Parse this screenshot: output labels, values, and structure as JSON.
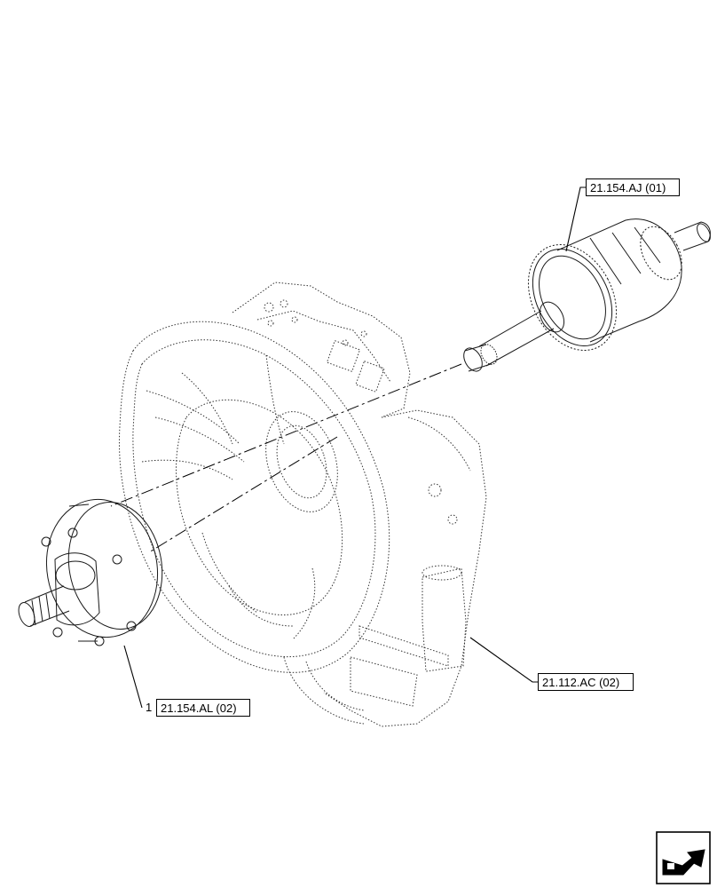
{
  "callouts": {
    "input_shaft_assembly": {
      "ref": "21.154.AJ (01)"
    },
    "transmission_housing": {
      "ref": "21.112.AC (02)"
    },
    "pump_assembly": {
      "qty": "1",
      "ref": "21.154.AL (02)"
    }
  },
  "icons": {
    "corner_nav": "next-page-arrow-icon"
  }
}
